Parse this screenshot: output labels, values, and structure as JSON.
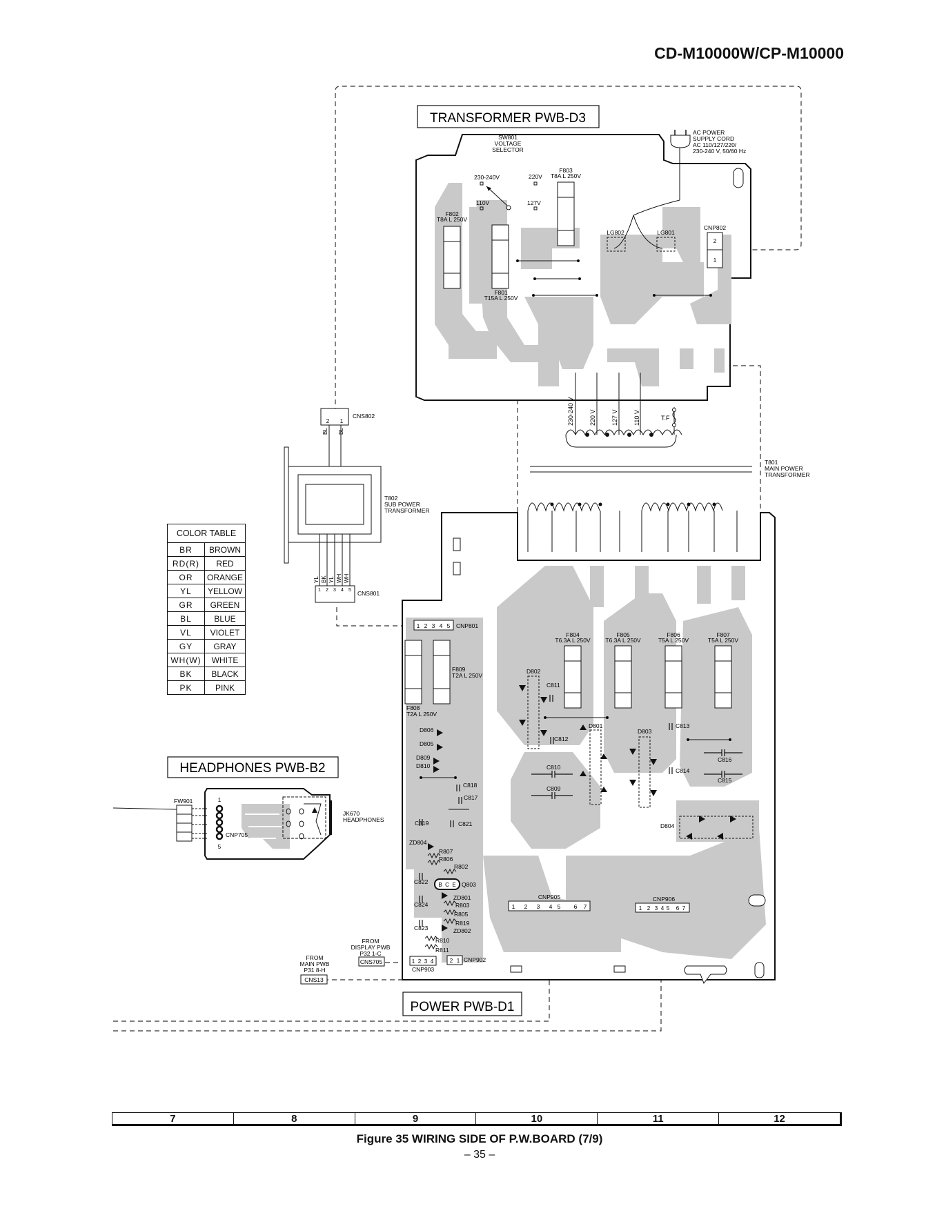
{
  "page": {
    "model_title": "CD-M10000W/CP-M10000",
    "figure_caption": "Figure 35 WIRING SIDE OF P.W.BOARD (7/9)",
    "page_number": "– 35 –",
    "columns": [
      "7",
      "8",
      "9",
      "10",
      "11",
      "12"
    ]
  },
  "boards": {
    "transformer": "TRANSFORMER PWB-D3",
    "headphones": "HEADPHONES PWB-B2",
    "power": "POWER PWB-D1"
  },
  "color_table": {
    "title": "COLOR  TABLE",
    "rows": [
      {
        "code": "BR",
        "name": "BROWN"
      },
      {
        "code": "RD(R)",
        "name": "RED"
      },
      {
        "code": "OR",
        "name": "ORANGE"
      },
      {
        "code": "YL",
        "name": "YELLOW"
      },
      {
        "code": "GR",
        "name": "GREEN"
      },
      {
        "code": "BL",
        "name": "BLUE"
      },
      {
        "code": "VL",
        "name": "VIOLET"
      },
      {
        "code": "GY",
        "name": "GRAY"
      },
      {
        "code": "WH(W)",
        "name": "WHITE"
      },
      {
        "code": "BK",
        "name": "BLACK"
      },
      {
        "code": "PK",
        "name": "PINK"
      }
    ]
  },
  "transformer_board": {
    "sw801": [
      "SW801",
      "VOLTAGE",
      "SELECTOR"
    ],
    "v230_240": "230-240V",
    "v220": "220V",
    "v110": "110V",
    "v127": "127V",
    "f802": [
      "F802",
      "T8A L 250V"
    ],
    "f803": [
      "F803",
      "T8A L 250V"
    ],
    "f801": [
      "F801",
      "T15A L 250V"
    ],
    "lg802": "LG802",
    "lg801": "LG801",
    "cnp802": "CNP802",
    "pin2": "2",
    "pin1": "1",
    "ac_cord": [
      "AC POWER",
      "SUPPLY CORD",
      "AC 110/127/220/",
      "230-240 V, 50/60 Hz"
    ],
    "taps": [
      "230-240 V",
      "220 V",
      "127 V",
      "110 V"
    ],
    "tf": "T.F",
    "t801": [
      "T801",
      "MAIN POWER",
      "TRANSFORMER"
    ]
  },
  "sub_transformer": {
    "cns802": "CNS802",
    "cns802_pins": [
      "2",
      "1"
    ],
    "top_wires": [
      "BL",
      "BL"
    ],
    "t802": [
      "T802",
      "SUB POWER",
      "TRANSFORMER"
    ],
    "bottom_wires": [
      "YL",
      "BK",
      "YL",
      "WH",
      "WH"
    ],
    "cns801_pins": [
      "1",
      "2",
      "3",
      "4",
      "5"
    ],
    "cns801": "CNS801"
  },
  "headphones_board": {
    "fw901": "FW901",
    "pin1": "1",
    "pin5": "5",
    "cnp705": "CNP705",
    "jk670": [
      "JK670",
      "HEADPHONES"
    ]
  },
  "power_board": {
    "cnp801": "CNP801",
    "cnp801_pins": [
      "1",
      "2",
      "3",
      "4",
      "5"
    ],
    "f809": [
      "F809",
      "T2A L 250V"
    ],
    "f808": [
      "F808",
      "T2A L 250V"
    ],
    "f804": [
      "F804",
      "T6.3A L 250V"
    ],
    "f805": [
      "F805",
      "T6.3A L 250V"
    ],
    "f806": [
      "F806",
      "T5A L 250V"
    ],
    "f807": [
      "F807",
      "T5A L 250V"
    ],
    "d802": "D802",
    "c811": "C811",
    "c812": "C812",
    "d801": "D801",
    "d803": "D803",
    "c813": "C813",
    "c816": "C816",
    "c814": "C814",
    "c815": "C815",
    "c810": "C810",
    "c809": "C809",
    "d806": "D806",
    "d805": "D805",
    "d809": "D809",
    "d810": "D810",
    "c818": "C818",
    "c817": "C817",
    "c819": "C819",
    "c821": "C821",
    "zd804": "ZD804",
    "r807": "R807",
    "r806": "R806",
    "r802": "R802",
    "c822": "C822",
    "q803_pins": [
      "B",
      "C",
      "E"
    ],
    "q803": "Q803",
    "zd801": "ZD801",
    "r803": "R803",
    "c824": "C824",
    "r805": "R805",
    "c823": "C823",
    "r819": "R819",
    "zd802": "ZD802",
    "r810": "R810",
    "r811": "R811",
    "d804": "D804",
    "cnp905": "CNP905",
    "cnp905_pins": [
      "1",
      "2",
      "3",
      "4",
      "5",
      "6",
      "7"
    ],
    "cnp906": "CNP906",
    "cnp906_pins": [
      "1",
      "2",
      "3",
      "4",
      "5",
      "6",
      "7"
    ],
    "from_display": [
      "FROM",
      "DISPLAY PWB",
      "P32 1-C"
    ],
    "cns705": "CNS705",
    "cnp903_pins": [
      "1",
      "2",
      "3",
      "4"
    ],
    "cnp903": "CNP903",
    "cnp902_pins": [
      "2",
      "1"
    ],
    "cnp902": "CNP902",
    "from_main": [
      "FROM",
      "MAIN PWB",
      "P31 8-H"
    ],
    "cns13": "CNS13"
  }
}
